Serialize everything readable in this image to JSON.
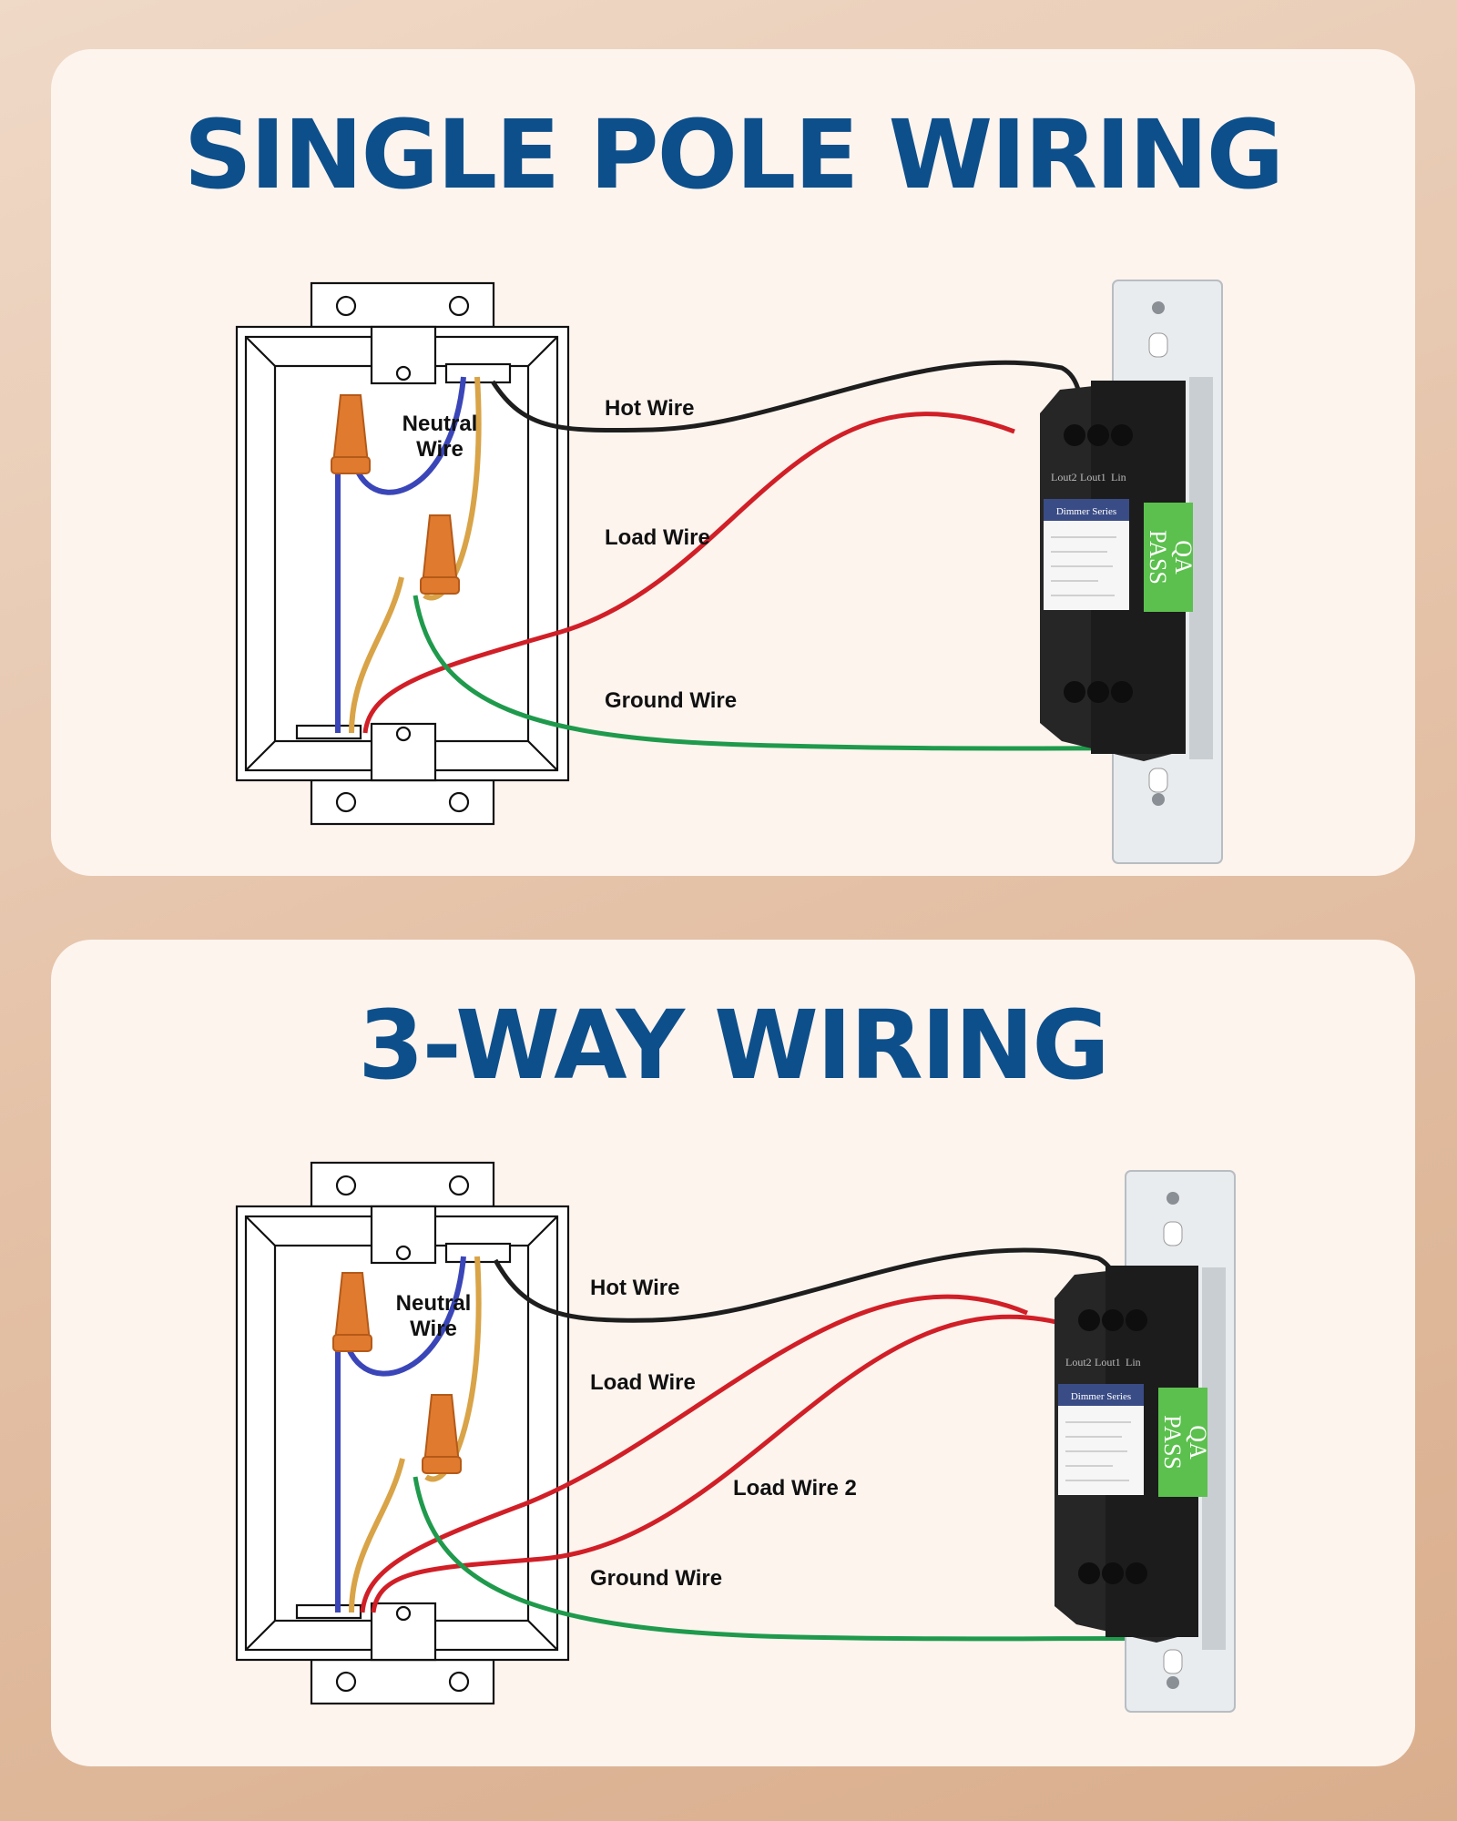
{
  "colors": {
    "title": "#0d4f8b",
    "panel": "#fdf4ee",
    "hot_wire": "#1e1e1e",
    "load_wire": "#d11f27",
    "ground_wire": "#1f9a4c",
    "neutral_wire": "#3a46b8",
    "line_wire": "#d9a347",
    "wire_nut": "#e07a2e",
    "dimmer_body": "#262626",
    "qa_label": "#5bc04d"
  },
  "icons": [
    "electrical-box",
    "wire-nut",
    "dimmer-switch"
  ],
  "panels": [
    {
      "title": "SINGLE POLE WIRING",
      "labels": {
        "neutral_line1": "Neutral",
        "neutral_line2": "Wire",
        "hot": "Hot Wire",
        "load": "Load Wire",
        "ground": "Ground Wire"
      },
      "dimmer": {
        "terminals": [
          "Lout2",
          "Lout1",
          "Lin"
        ],
        "label_title": "Dimmer Series",
        "qa_line1": "QA",
        "qa_line2": "PASS"
      }
    },
    {
      "title": "3-WAY WIRING",
      "labels": {
        "neutral_line1": "Neutral",
        "neutral_line2": "Wire",
        "hot": "Hot Wire",
        "load": "Load Wire",
        "load2": "Load Wire 2",
        "ground": "Ground Wire"
      },
      "dimmer": {
        "terminals": [
          "Lout2",
          "Lout1",
          "Lin"
        ],
        "label_title": "Dimmer Series",
        "qa_line1": "QA",
        "qa_line2": "PASS"
      }
    }
  ]
}
